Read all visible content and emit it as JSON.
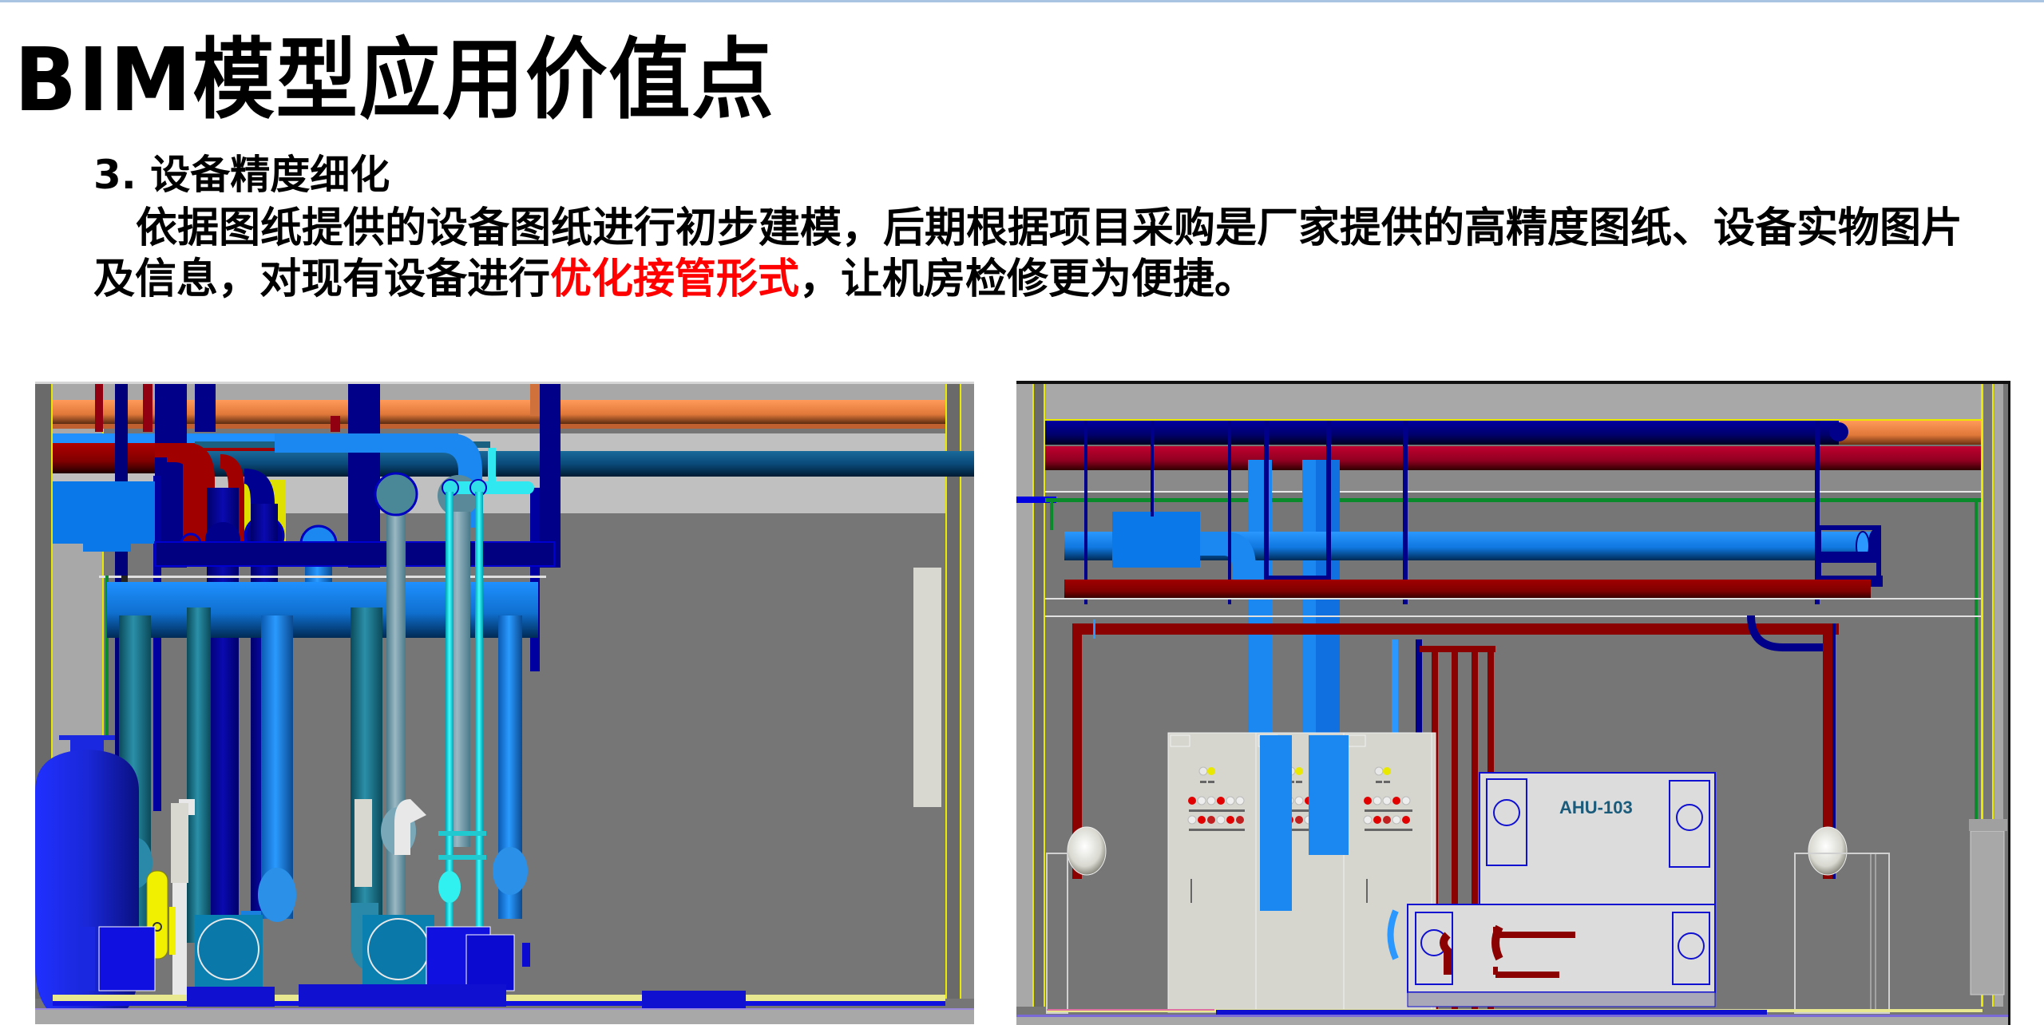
{
  "slide": {
    "title": "BIM模型应用价值点",
    "section_heading": "3. 设备精度细化",
    "body": {
      "line1": "依据图纸提供的设备图纸进行初步建模，后期根据项目采购是厂家提供的高精度图纸、设备实物图片",
      "line2_before": "及信息，对现有设备进行",
      "line2_highlight": "优化接管形式",
      "line2_after": "，让机房检修更为便捷。"
    },
    "colors": {
      "highlight": "#ff0000",
      "text": "#000000",
      "top_rule": "#a9c4e2"
    }
  },
  "figures": {
    "left": {
      "description": "pump-room-bim-model-render",
      "palette": {
        "wall": "#767676",
        "ceiling_band": "#c0c0c0",
        "orange_pipe": "#f08040",
        "red_pipe": "#8b0000",
        "navy_rack": "#000080",
        "blue_pipe": "#1e90ff",
        "teal_pipe": "#2a8fae",
        "cyan_pipe": "#00e5ee",
        "tank": "#1a2fe0",
        "yellow_tank": "#f0f000"
      }
    },
    "right": {
      "description": "ahu-room-bim-model-render",
      "equipment_label": "AHU-103",
      "palette": {
        "wall": "#767676",
        "ceiling": "#a8a8a8",
        "navy_pipe": "#000070",
        "red_pipe": "#a00020",
        "orange_pipe": "#f08040",
        "blue_pipe": "#1e88ff",
        "cabinet": "#d8d8d0",
        "ahu": "#dcdcdc"
      }
    }
  }
}
